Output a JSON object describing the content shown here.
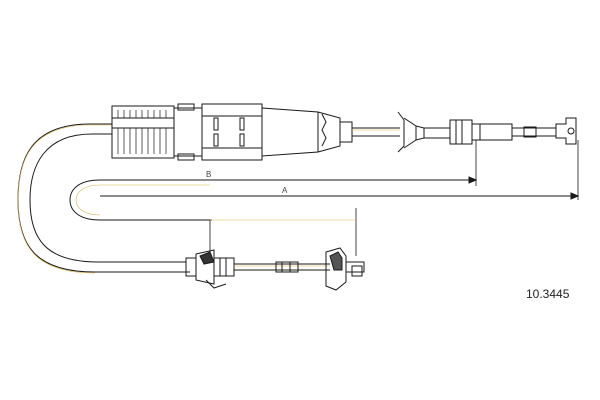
{
  "diagram": {
    "part_number": "10.3445",
    "dimensions": [
      {
        "id": "B",
        "label": "B"
      },
      {
        "id": "A",
        "label": "A"
      }
    ],
    "colors": {
      "outline": "#1a1a1a",
      "cable_highlight": "#d9b24a",
      "hatch": "#333333",
      "background": "#ffffff"
    }
  }
}
